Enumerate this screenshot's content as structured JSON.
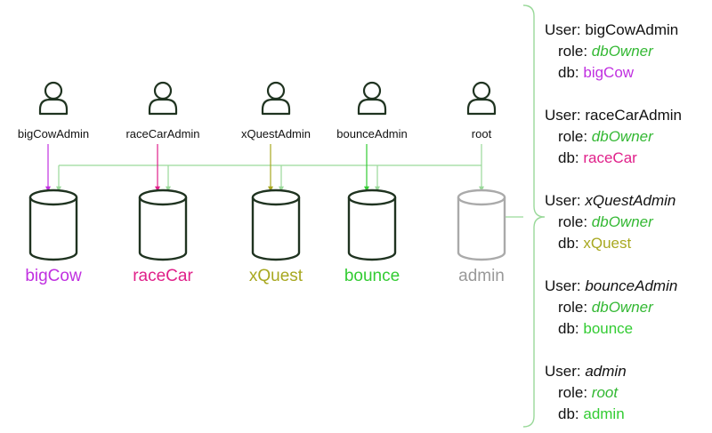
{
  "users": [
    {
      "name": "bigCowAdmin",
      "db": "bigCow",
      "color": "#c030e0"
    },
    {
      "name": "raceCarAdmin",
      "db": "raceCar",
      "color": "#e0208a"
    },
    {
      "name": "xQuestAdmin",
      "db": "xQuest",
      "color": "#a8a820"
    },
    {
      "name": "bounceAdmin",
      "db": "bounce",
      "color": "#33cc33"
    },
    {
      "name": "root",
      "db": "admin",
      "color": "#999999"
    }
  ],
  "colors": {
    "connector": "#9ad99a",
    "outline": "#1f3320",
    "root_role": "#33b833"
  },
  "legend": [
    {
      "user_label": "User:",
      "user_name": "bigCowAdmin",
      "user_italic": false,
      "role_label": "role:",
      "role": "dbOwner",
      "db_label": "db:",
      "db": "bigCow",
      "db_color": "#c030e0"
    },
    {
      "user_label": "User:",
      "user_name": "raceCarAdmin",
      "user_italic": false,
      "role_label": "role:",
      "role": "dbOwner",
      "db_label": "db:",
      "db": "raceCar",
      "db_color": "#e0208a"
    },
    {
      "user_label": "User:",
      "user_name": "xQuestAdmin",
      "user_italic": true,
      "role_label": "role:",
      "role": "dbOwner",
      "db_label": "db:",
      "db": "xQuest",
      "db_color": "#a8a820"
    },
    {
      "user_label": "User:",
      "user_name": "bounceAdmin",
      "user_italic": true,
      "role_label": "role:",
      "role": "dbOwner",
      "db_label": "db:",
      "db": "bounce",
      "db_color": "#33cc33"
    },
    {
      "user_label": "User:",
      "user_name": "admin",
      "user_italic": true,
      "role_label": "role:",
      "role": "root",
      "db_label": "db:",
      "db": "admin",
      "db_color": "#33cc33"
    }
  ]
}
